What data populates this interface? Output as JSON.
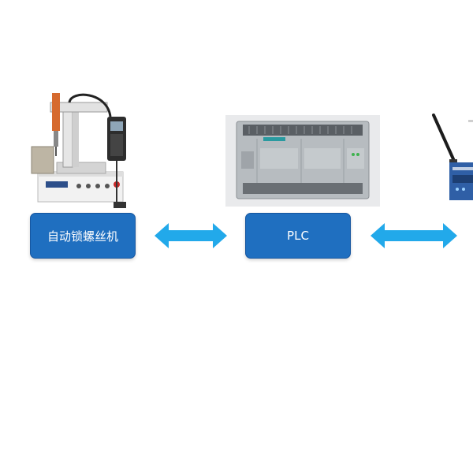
{
  "colors": {
    "box_fill": "#1f6fc0",
    "box_border": "#1656a0",
    "arrow_fill": "#22a9ea",
    "background": "#ffffff"
  },
  "nodes": [
    {
      "label": "自动锁螺丝机",
      "icon": "screw-locking-machine-image"
    },
    {
      "label": "PLC",
      "icon": "siemens-plc-image"
    },
    {
      "label": "",
      "icon": "wireless-gateway-image"
    }
  ],
  "connections": [
    {
      "from": 0,
      "to": 1,
      "direction": "bidirectional"
    },
    {
      "from": 1,
      "to": 2,
      "direction": "bidirectional"
    }
  ]
}
